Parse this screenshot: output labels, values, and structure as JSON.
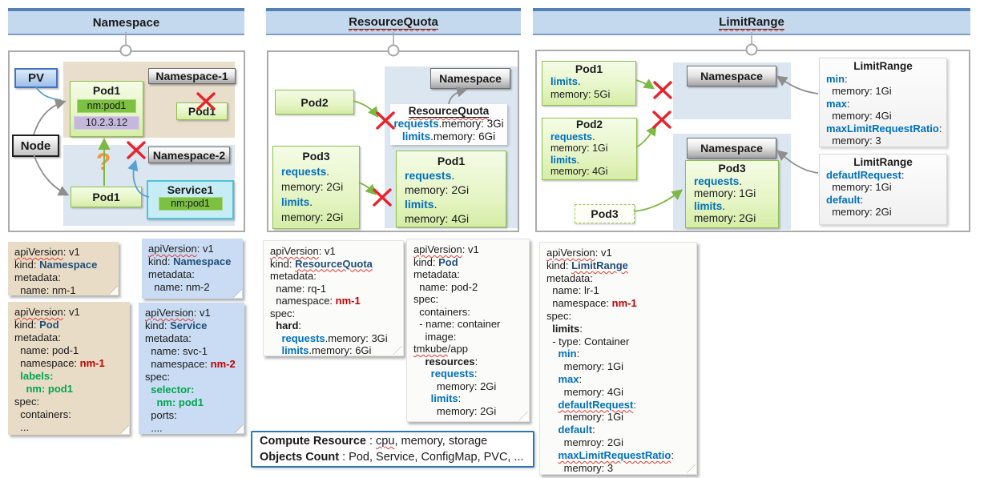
{
  "headers": {
    "namespace": "Namespace",
    "resourcequota": "ResourceQuota",
    "limitrange": "LimitRange"
  },
  "col1": {
    "pv": "PV",
    "node": "Node",
    "namespace1": "Namespace-1",
    "namespace2": "Namespace-2",
    "pod1_title": "Pod1",
    "pod1_label": "nm:pod1",
    "pod1_ip": "10.2.3.12",
    "pod1_blocked": "Pod1",
    "pod1_nm2": "Pod1",
    "service1_title": "Service1",
    "service1_selector": "nm:pod1",
    "question": "?"
  },
  "col2": {
    "namespace": "Namespace",
    "quota_title": "ResourceQuota",
    "quota_lines": [
      [
        [
          "requests",
          "bl"
        ],
        [
          ".memory: 3Gi",
          ""
        ]
      ],
      [
        [
          "limits",
          "bl"
        ],
        [
          ".memory: 6Gi",
          ""
        ]
      ]
    ],
    "pod2_title": "Pod2",
    "pod3_title": "Pod3",
    "pod3_lines": [
      [
        [
          "requests",
          "bl"
        ],
        [
          ".",
          ""
        ]
      ],
      [
        [
          "memory: 2Gi",
          ""
        ]
      ],
      [
        [
          "limits",
          "bl"
        ],
        [
          ".",
          ""
        ]
      ],
      [
        [
          "memory: 2Gi",
          ""
        ]
      ]
    ],
    "pod1_title": "Pod1",
    "pod1_lines": [
      [
        [
          "requests",
          "bl"
        ],
        [
          ".",
          ""
        ]
      ],
      [
        [
          "memory: 2Gi",
          ""
        ]
      ],
      [
        [
          "limits",
          "bl"
        ],
        [
          ".",
          ""
        ]
      ],
      [
        [
          "memory: 4Gi",
          ""
        ]
      ]
    ]
  },
  "col3": {
    "namespace1": "Namespace",
    "namespace2": "Namespace",
    "pod1_title": "Pod1",
    "pod1_lines": [
      [
        [
          "limits",
          "bl"
        ],
        [
          ".",
          ""
        ]
      ],
      [
        [
          "memory: 5Gi",
          ""
        ]
      ]
    ],
    "pod2_title": "Pod2",
    "pod2_lines": [
      [
        [
          "requests",
          "bl"
        ],
        [
          ".",
          ""
        ]
      ],
      [
        [
          "memory: 1Gi",
          ""
        ]
      ],
      [
        [
          "limits",
          "bl"
        ],
        [
          ".",
          ""
        ]
      ],
      [
        [
          "memory: 4Gi",
          ""
        ]
      ]
    ],
    "pod3_title": "Pod3",
    "pod3_lines": [
      [
        [
          "requests",
          "bl"
        ],
        [
          ".",
          ""
        ]
      ],
      [
        [
          "memory: 1Gi",
          ""
        ]
      ],
      [
        [
          "limits",
          "bl"
        ],
        [
          ".",
          ""
        ]
      ],
      [
        [
          "memory: 2Gi",
          ""
        ]
      ]
    ],
    "pod3_pending": "Pod3",
    "lr1_title": "LimitRange",
    "lr1_lines": [
      [
        [
          "min",
          "bl"
        ],
        [
          ":",
          ""
        ]
      ],
      [
        [
          "  memory: 1Gi",
          ""
        ]
      ],
      [
        [
          "max",
          "bl"
        ],
        [
          ":",
          ""
        ]
      ],
      [
        [
          "  memory: 4Gi",
          ""
        ]
      ],
      [
        [
          "maxLimitRequestRatio",
          "bl"
        ],
        [
          ":",
          ""
        ]
      ],
      [
        [
          "  memory: 3",
          ""
        ]
      ]
    ],
    "lr2_title": "LimitRange",
    "lr2_lines": [
      [
        [
          "defautlRequest",
          "bl"
        ],
        [
          ":",
          ""
        ]
      ],
      [
        [
          "  memory: 1Gi",
          ""
        ]
      ],
      [
        [
          "default",
          "bl"
        ],
        [
          ":",
          ""
        ]
      ],
      [
        [
          "  memory: 2Gi",
          ""
        ]
      ]
    ]
  },
  "yaml": {
    "ns1": [
      [
        [
          "apiVersion",
          "sq"
        ],
        [
          ": v1",
          ""
        ]
      ],
      [
        [
          "kind: ",
          ""
        ],
        [
          "Namespace",
          "kb"
        ]
      ],
      [
        [
          "metadata:",
          ""
        ]
      ],
      [
        [
          "  name: nm-1",
          ""
        ]
      ]
    ],
    "ns2": [
      [
        [
          "apiVersion",
          "sq"
        ],
        [
          ": v1",
          ""
        ]
      ],
      [
        [
          "kind: ",
          ""
        ],
        [
          "Namespace",
          "kb"
        ]
      ],
      [
        [
          "metadata:",
          ""
        ]
      ],
      [
        [
          "  name: nm-2",
          ""
        ]
      ]
    ],
    "pod1": [
      [
        [
          "apiVersion",
          "sq"
        ],
        [
          ": v1",
          ""
        ]
      ],
      [
        [
          "kind: ",
          ""
        ],
        [
          "Pod",
          "kb"
        ]
      ],
      [
        [
          "metadata:",
          ""
        ]
      ],
      [
        [
          "  name: pod-1",
          ""
        ]
      ],
      [
        [
          "  namespace: ",
          ""
        ],
        [
          "nm-1",
          "rd"
        ]
      ],
      [
        [
          "  ",
          ""
        ],
        [
          "labels:",
          "gr"
        ]
      ],
      [
        [
          "    ",
          ""
        ],
        [
          "nm: pod1",
          "gr"
        ]
      ],
      [
        [
          "spec:",
          ""
        ]
      ],
      [
        [
          "  containers:",
          ""
        ]
      ],
      [
        [
          "  ...",
          ""
        ]
      ]
    ],
    "svc1": [
      [
        [
          "apiVersion",
          "sq"
        ],
        [
          ": v1",
          ""
        ]
      ],
      [
        [
          "kind: ",
          ""
        ],
        [
          "Service",
          "kb"
        ]
      ],
      [
        [
          "metadata:",
          ""
        ]
      ],
      [
        [
          "  name: svc-1",
          ""
        ]
      ],
      [
        [
          "  namespace: ",
          ""
        ],
        [
          "nm-2",
          "rd"
        ]
      ],
      [
        [
          "spec:",
          ""
        ]
      ],
      [
        [
          "  ",
          ""
        ],
        [
          "selector:",
          "gr"
        ]
      ],
      [
        [
          "    ",
          ""
        ],
        [
          "nm: pod1",
          "gr"
        ]
      ],
      [
        [
          "  ports:",
          ""
        ]
      ],
      [
        [
          "  ....",
          ""
        ]
      ]
    ],
    "rq": [
      [
        [
          "apiVersion",
          "sq"
        ],
        [
          ": v1",
          ""
        ]
      ],
      [
        [
          "kind: ",
          ""
        ],
        [
          "ResourceQuota",
          "kb sq"
        ]
      ],
      [
        [
          "metadata:",
          ""
        ]
      ],
      [
        [
          "  name: rq-1",
          ""
        ]
      ],
      [
        [
          "  namespace: ",
          ""
        ],
        [
          "nm-1",
          "rd"
        ]
      ],
      [
        [
          "spec:",
          ""
        ]
      ],
      [
        [
          "  ",
          ""
        ],
        [
          "hard",
          "b"
        ],
        [
          ":",
          ""
        ]
      ],
      [
        [
          "    ",
          ""
        ],
        [
          "requests",
          "bl"
        ],
        [
          ".memory: 3Gi",
          ""
        ]
      ],
      [
        [
          "    ",
          ""
        ],
        [
          "limits",
          "bl"
        ],
        [
          ".memory: 6Gi",
          ""
        ]
      ]
    ],
    "pod2": [
      [
        [
          "apiVersion",
          "sq"
        ],
        [
          ": v1",
          ""
        ]
      ],
      [
        [
          "kind: ",
          ""
        ],
        [
          "Pod",
          "kb"
        ]
      ],
      [
        [
          "metadata:",
          ""
        ]
      ],
      [
        [
          "  name: pod-2",
          ""
        ]
      ],
      [
        [
          "spec:",
          ""
        ]
      ],
      [
        [
          "  containers:",
          ""
        ]
      ],
      [
        [
          "  - name: container",
          ""
        ]
      ],
      [
        [
          "    image:",
          ""
        ]
      ],
      [
        [
          "tmkube",
          "sq"
        ],
        [
          "/app",
          ""
        ]
      ],
      [
        [
          "    ",
          ""
        ],
        [
          "resources",
          "b"
        ],
        [
          ":",
          ""
        ]
      ],
      [
        [
          "      ",
          ""
        ],
        [
          "requests",
          "bl"
        ],
        [
          ":",
          ""
        ]
      ],
      [
        [
          "        memory: 2Gi",
          ""
        ]
      ],
      [
        [
          "      ",
          ""
        ],
        [
          "limits",
          "bl"
        ],
        [
          ":",
          ""
        ]
      ],
      [
        [
          "        memory: 2Gi",
          ""
        ]
      ]
    ],
    "lr": [
      [
        [
          "apiVersion",
          "sq"
        ],
        [
          ": v1",
          ""
        ]
      ],
      [
        [
          "kind: ",
          ""
        ],
        [
          "LimitRange",
          "kb sq"
        ]
      ],
      [
        [
          "metadata:",
          ""
        ]
      ],
      [
        [
          "  name: lr-1",
          ""
        ]
      ],
      [
        [
          "  namespace: ",
          ""
        ],
        [
          "nm-1",
          "rd"
        ]
      ],
      [
        [
          "spec:",
          ""
        ]
      ],
      [
        [
          "  ",
          ""
        ],
        [
          "limits",
          "b"
        ],
        [
          ":",
          ""
        ]
      ],
      [
        [
          "  - type: Container",
          ""
        ]
      ],
      [
        [
          "    ",
          ""
        ],
        [
          "min",
          "bl"
        ],
        [
          ":",
          ""
        ]
      ],
      [
        [
          "      memory: 1Gi",
          ""
        ]
      ],
      [
        [
          "    ",
          ""
        ],
        [
          "max",
          "bl"
        ],
        [
          ":",
          ""
        ]
      ],
      [
        [
          "      memory: 4Gi",
          ""
        ]
      ],
      [
        [
          "    ",
          ""
        ],
        [
          "defaultRequest",
          "bl sq"
        ],
        [
          ":",
          ""
        ]
      ],
      [
        [
          "      memory: 1Gi",
          ""
        ]
      ],
      [
        [
          "    ",
          ""
        ],
        [
          "default",
          "bl"
        ],
        [
          ":",
          ""
        ]
      ],
      [
        [
          "      memroy: 2Gi",
          ""
        ]
      ],
      [
        [
          "    ",
          ""
        ],
        [
          "maxLimitRequestRatio",
          "bl sq"
        ],
        [
          ":",
          ""
        ]
      ],
      [
        [
          "      memory: 3",
          ""
        ]
      ]
    ]
  },
  "legend": {
    "line1": [
      [
        [
          "Compute Resource",
          "b"
        ],
        [
          " : ",
          ""
        ],
        [
          "cpu",
          "sq"
        ],
        [
          ", memory, storage",
          ""
        ]
      ]
    ],
    "line2": [
      [
        [
          "Objects Count",
          "b"
        ],
        [
          " : Pod, Service, ConfigMap, PVC, ...",
          ""
        ]
      ]
    ]
  }
}
